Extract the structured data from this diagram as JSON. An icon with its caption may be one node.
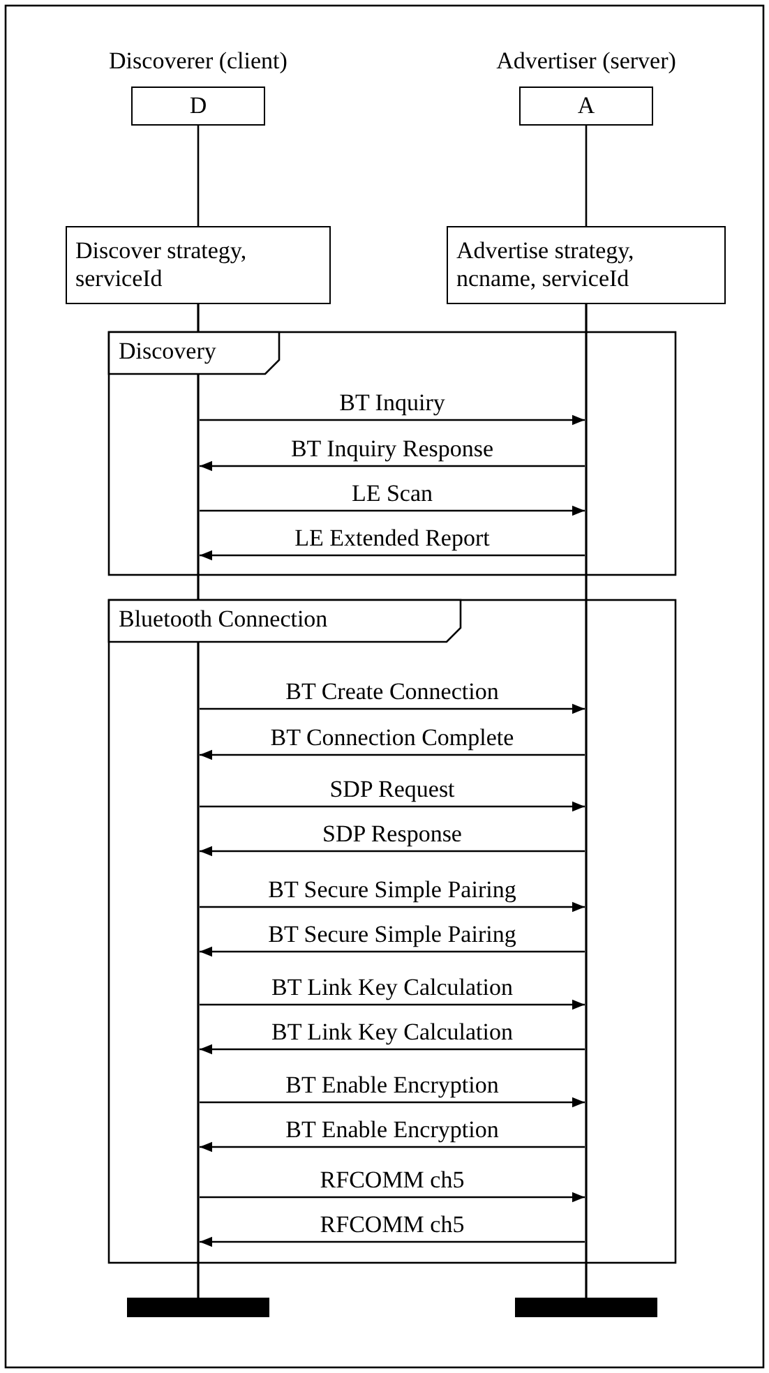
{
  "diagram": {
    "nodes": [
      {
        "text": [
          "Discoverer (client)",
          "D"
        ]
      },
      {
        "text": [
          "Advertiser (server)",
          "A"
        ]
      },
      {
        "text": [
          "Discover strategy, serviceId"
        ]
      },
      {
        "text": [
          "Advertise strategy, ncname, serviceId"
        ]
      },
      {
        "text": [
          "Discovery"
        ]
      },
      {
        "text": [
          "Bluetooth Connection"
        ]
      },
      {
        "text": [],
        "shape": "bar"
      },
      {
        "text": [],
        "shape": "bar"
      },
      {
        "text": [],
        "shape": "line"
      },
      {
        "text": [],
        "shape": "line"
      }
    ],
    "edges": [
      {
        "from": 0,
        "to": 2,
        "arrow": "none"
      },
      {
        "from": 1,
        "to": 3,
        "arrow": "none"
      },
      {
        "from": 8,
        "to": 9,
        "arrow": "to",
        "label": "BT Inquiry"
      },
      {
        "from": 9,
        "to": 8,
        "arrow": "to",
        "label": "BT Inquiry Response"
      },
      {
        "from": 8,
        "to": 9,
        "arrow": "to",
        "label": "LE Scan"
      },
      {
        "from": 9,
        "to": 8,
        "arrow": "to",
        "label": "LE Extended Report"
      },
      {
        "from": 8,
        "to": 9,
        "arrow": "to",
        "label": "BT Create Connection"
      },
      {
        "from": 9,
        "to": 8,
        "arrow": "to",
        "label": "BT Connection Complete"
      },
      {
        "from": 8,
        "to": 9,
        "arrow": "to",
        "label": "SDP Request"
      },
      {
        "from": 9,
        "to": 8,
        "arrow": "to",
        "label": "SDP Response"
      },
      {
        "from": 8,
        "to": 9,
        "arrow": "to",
        "label": "BT Secure Simple Pairing"
      },
      {
        "from": 9,
        "to": 8,
        "arrow": "to",
        "label": "BT Secure Simple Pairing"
      },
      {
        "from": 8,
        "to": 9,
        "arrow": "to",
        "label": "BT Link Key Calculation"
      },
      {
        "from": 9,
        "to": 8,
        "arrow": "to",
        "label": "BT Link Key Calculation"
      },
      {
        "from": 8,
        "to": 9,
        "arrow": "to",
        "label": "BT Enable Encryption"
      },
      {
        "from": 9,
        "to": 8,
        "arrow": "to",
        "label": "BT Enable Encryption"
      },
      {
        "from": 8,
        "to": 9,
        "arrow": "to",
        "label": "RFCOMM ch5"
      },
      {
        "from": 9,
        "to": 8,
        "arrow": "to",
        "label": "RFCOMM ch5"
      }
    ]
  }
}
